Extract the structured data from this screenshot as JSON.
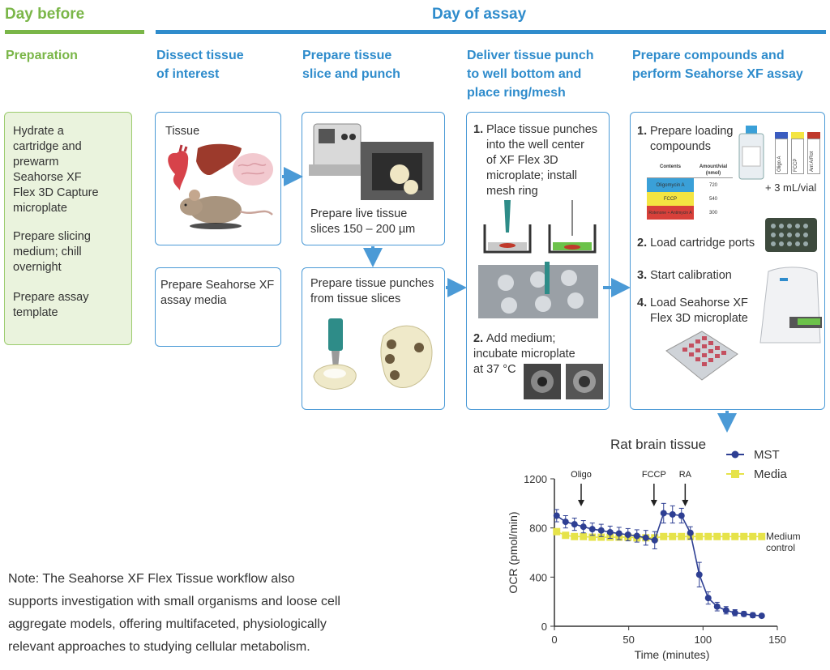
{
  "headers": {
    "day_before": "Day before",
    "day_of_assay": "Day of assay"
  },
  "steps": {
    "preparation": "Preparation",
    "dissect": [
      "Dissect tissue",
      "of interest"
    ],
    "prepare_slice": [
      "Prepare tissue",
      "slice and punch"
    ],
    "deliver": [
      "Deliver tissue punch",
      "to well bottom and",
      "place ring/mesh"
    ],
    "compounds": [
      "Prepare compounds and",
      "perform Seahorse XF assay"
    ]
  },
  "prep_box": {
    "items": [
      [
        "Hydrate a",
        "cartridge and",
        "prewarm",
        "Seahorse XF",
        "Flex 3D Capture",
        "microplate"
      ],
      [
        "Prepare slicing",
        "medium; chill",
        "overnight"
      ],
      [
        "Prepare assay",
        "template"
      ]
    ]
  },
  "tissue_box": {
    "label": "Tissue"
  },
  "media_box": {
    "label": [
      "Prepare Seahorse XF",
      "assay media"
    ]
  },
  "slice_box": {
    "label": [
      "Prepare live tissue",
      "slices 150 – 200 µm"
    ]
  },
  "punch_box": {
    "label": [
      "Prepare tissue punches",
      "from tissue slices"
    ]
  },
  "deliver_box": {
    "step1_num": "1.",
    "step1": [
      "Place tissue punches",
      "into the well center",
      "of XF Flex 3D",
      "microplate; install",
      "mesh ring"
    ],
    "step2_num": "2.",
    "step2": [
      "Add medium;",
      "incubate microplate",
      "at 37 °C"
    ]
  },
  "compound_box": {
    "step1_num": "1.",
    "step1": [
      "Prepare loading",
      "compounds"
    ],
    "vial_labels": [
      "Oligo A",
      "FCCP",
      "Ant A/Rot"
    ],
    "per_vial": "+ 3 mL/vial",
    "table_headers": [
      "Contents",
      "Amount/vial",
      "(nmol)"
    ],
    "table_rows": [
      {
        "name": "Oligomycin A",
        "amount": "720",
        "color": "#3aa0d8"
      },
      {
        "name": "FCCP",
        "amount": "540",
        "color": "#f4e542"
      },
      {
        "name": "Rotenone + Antimycin A",
        "amount": "300",
        "color": "#d8403a"
      }
    ],
    "step2_num": "2.",
    "step2": "Load cartridge ports",
    "step3_num": "3.",
    "step3": "Start calibration",
    "step4_num": "4.",
    "step4": [
      "Load Seahorse XF",
      "Flex 3D microplate"
    ]
  },
  "note": [
    "Note: The Seahorse XF Flex Tissue workflow also",
    "supports investigation with small organisms and loose cell",
    "aggregate models, offering multifaceted, physiologically",
    "relevant approaches to studying cellular metabolism."
  ],
  "colors": {
    "green": "#7ab648",
    "blue": "#2f8ccc",
    "mst": "#2e3f93",
    "media": "#e6e34a"
  },
  "chart_data": {
    "type": "line",
    "title": "Rat brain tissue",
    "xlabel": "Time (minutes)",
    "ylabel": "OCR (pmol/min)",
    "xlim": [
      0,
      150
    ],
    "ylim": [
      0,
      1200
    ],
    "xticks": [
      "0",
      "50",
      "100",
      "150"
    ],
    "yticks": [
      "0",
      "400",
      "800",
      "1200"
    ],
    "legend_position": "top-right",
    "annotations": [
      {
        "label": "Oligo",
        "x": 18
      },
      {
        "label": "FCCP",
        "x": 67
      },
      {
        "label": "RA",
        "x": 88
      }
    ],
    "end_label": [
      "Medium",
      "control"
    ],
    "series": [
      {
        "name": "MST",
        "color": "#2e3f93",
        "marker": "circle",
        "x": [
          1.5,
          7.5,
          13.5,
          19.5,
          25.5,
          31.5,
          37.5,
          43.5,
          49.5,
          55.5,
          61.5,
          67.5,
          73.5,
          79.5,
          85.5,
          91.5,
          97.5,
          103.5,
          109.5,
          115.5,
          121.5,
          127.5,
          133.5,
          139.5
        ],
        "y": [
          900,
          850,
          830,
          810,
          790,
          780,
          765,
          755,
          745,
          735,
          720,
          700,
          920,
          910,
          900,
          760,
          420,
          230,
          160,
          130,
          110,
          100,
          90,
          85
        ],
        "err": [
          50,
          50,
          50,
          50,
          50,
          50,
          50,
          50,
          50,
          50,
          60,
          70,
          80,
          70,
          60,
          50,
          100,
          50,
          35,
          30,
          25,
          20,
          20,
          15
        ]
      },
      {
        "name": "Media",
        "color": "#e6e34a",
        "marker": "square",
        "x": [
          1.5,
          7.5,
          13.5,
          19.5,
          25.5,
          31.5,
          37.5,
          43.5,
          49.5,
          55.5,
          61.5,
          67.5,
          73.5,
          79.5,
          85.5,
          91.5,
          97.5,
          103.5,
          109.5,
          115.5,
          121.5,
          127.5,
          133.5,
          139.5
        ],
        "y": [
          770,
          740,
          730,
          730,
          725,
          725,
          725,
          725,
          725,
          720,
          720,
          720,
          730,
          730,
          730,
          730,
          730,
          730,
          730,
          730,
          730,
          730,
          730,
          730
        ],
        "err": [
          25,
          15,
          15,
          15,
          15,
          15,
          15,
          15,
          15,
          15,
          15,
          15,
          15,
          15,
          15,
          15,
          15,
          15,
          15,
          15,
          15,
          15,
          15,
          15
        ]
      }
    ]
  }
}
